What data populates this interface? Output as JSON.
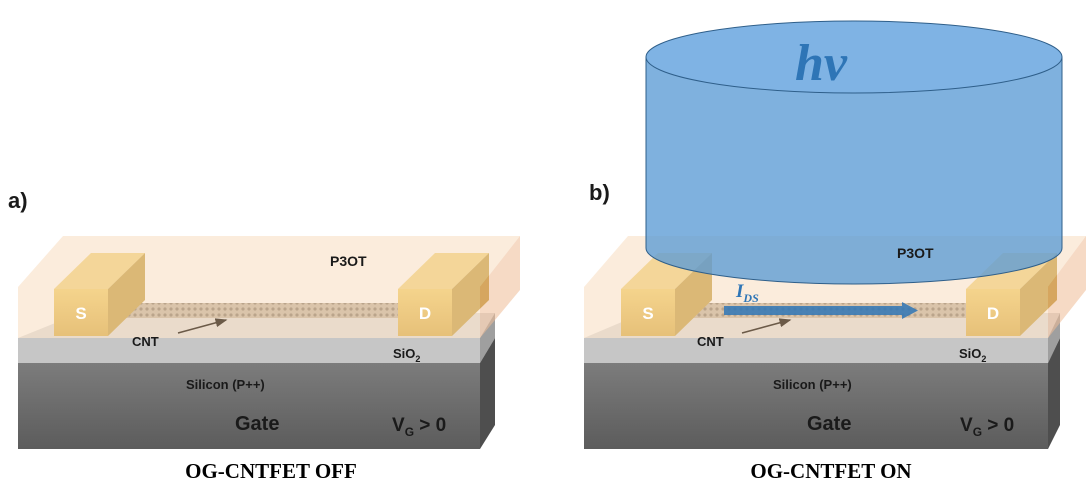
{
  "panel_a": {
    "letter": "a)",
    "polymer": "P3OT",
    "source": "S",
    "drain": "D",
    "cnt": "CNT",
    "oxide": "SiO",
    "oxide_sub": "2",
    "silicon": "Silicon (P++)",
    "gate": "Gate",
    "vg_main": "V",
    "vg_sub": "G",
    "vg_cond": " > 0",
    "caption": "OG-CNTFET OFF"
  },
  "panel_b": {
    "letter": "b)",
    "polymer": "P3OT",
    "source": "S",
    "drain": "D",
    "cnt": "CNT",
    "oxide": "SiO",
    "oxide_sub": "2",
    "silicon": "Silicon (P++)",
    "gate": "Gate",
    "vg_main": "V",
    "vg_sub": "G",
    "vg_cond": " > 0",
    "current_main": "I",
    "current_sub": "DS",
    "light": "hν",
    "caption": "OG-CNTFET ON"
  },
  "colors": {
    "gold": "#e2b43c",
    "polymer": "#f8dcc0",
    "silicon": "#6f6f6f",
    "oxide": "#c6c6c6",
    "light_beam": "#5b9bd5",
    "arrow": "#2e75b6",
    "light_text": "#2e75b6"
  }
}
